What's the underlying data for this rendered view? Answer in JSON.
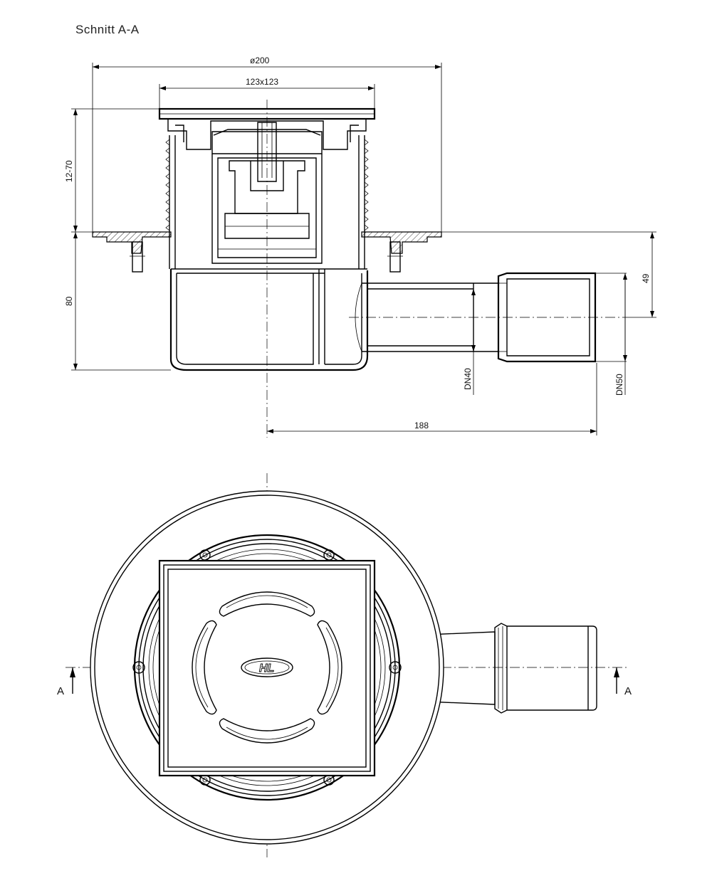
{
  "title": "Schnitt A-A",
  "dimensions": {
    "outer_diameter": "ø200",
    "grate_size": "123x123",
    "height_adjust": "12-70",
    "body_height": "80",
    "outlet_height": "49",
    "outlet_length": "188",
    "outlet_inner": "DN40",
    "outlet_outer": "DN50"
  },
  "section_marker": {
    "left": "A",
    "right": "A"
  },
  "logo_text": "HL"
}
